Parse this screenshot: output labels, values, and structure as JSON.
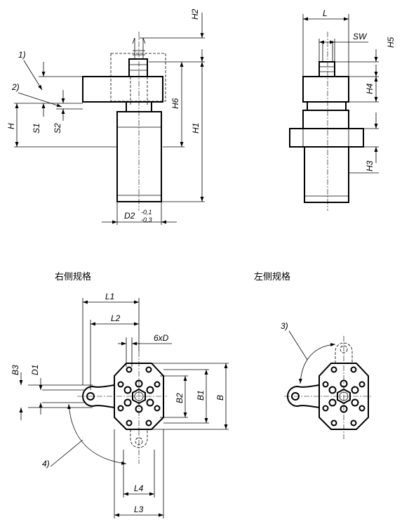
{
  "captions": {
    "right_variant": "右侧规格",
    "left_variant": "左侧规格"
  },
  "side_view": {
    "callout_1": "1)",
    "callout_2": "2)",
    "H": "H",
    "S1": "S1",
    "S2": "S2",
    "H1": "H1",
    "H2": "H2",
    "H6": "H6",
    "D2": "D2",
    "D2_tol_upper": "-0,1",
    "D2_tol_lower": "-0,3"
  },
  "front_view": {
    "L": "L",
    "SW": "SW",
    "H3": "H3",
    "H4": "H4",
    "H5": "H5"
  },
  "top_view_right": {
    "L1": "L1",
    "L2": "L2",
    "L3": "L3",
    "L4": "L4",
    "B": "B",
    "B1": "B1",
    "B2": "B2",
    "B3": "B3",
    "D1": "D1",
    "hole_pattern": "6xD",
    "callout_4": "4)"
  },
  "top_view_left": {
    "callout_3": "3)"
  }
}
